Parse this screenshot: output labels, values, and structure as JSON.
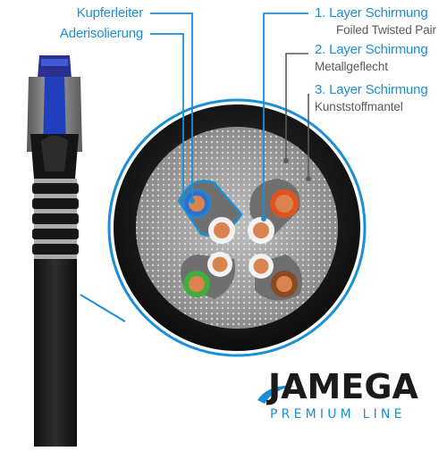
{
  "labels": {
    "copper_conductor": "Kupferleiter",
    "wire_insulation": "Aderisolierung",
    "layer1_title": "1. Layer Schirmung",
    "layer1_sub": "Foiled Twisted Pair",
    "layer2_title": "2. Layer Schirmung",
    "layer2_sub": "Metallgeflecht",
    "layer3_title": "3. Layer Schirmung",
    "layer3_sub": "Kunststoffmantel"
  },
  "brand": {
    "name": "JAMEGA",
    "tagline": "PREMIUM LINE"
  },
  "colors": {
    "accent_blue": "#1a8fd8",
    "label_grey": "#5a5a5a",
    "jacket": "#161616",
    "braid": "#9a9a9a",
    "foil": "#7d7d7d",
    "connector_blue": "#1f3fbf"
  },
  "wire_pairs": [
    {
      "pair": "blue",
      "solid": "#2f6fcf",
      "striped": "#2f6fcf"
    },
    {
      "pair": "orange",
      "solid": "#e0521f",
      "striped": "#e0521f"
    },
    {
      "pair": "green",
      "solid": "#3fae3a",
      "striped": "#3fae3a"
    },
    {
      "pair": "brown",
      "solid": "#8a4a22",
      "striped": "#8a4a22"
    }
  ]
}
